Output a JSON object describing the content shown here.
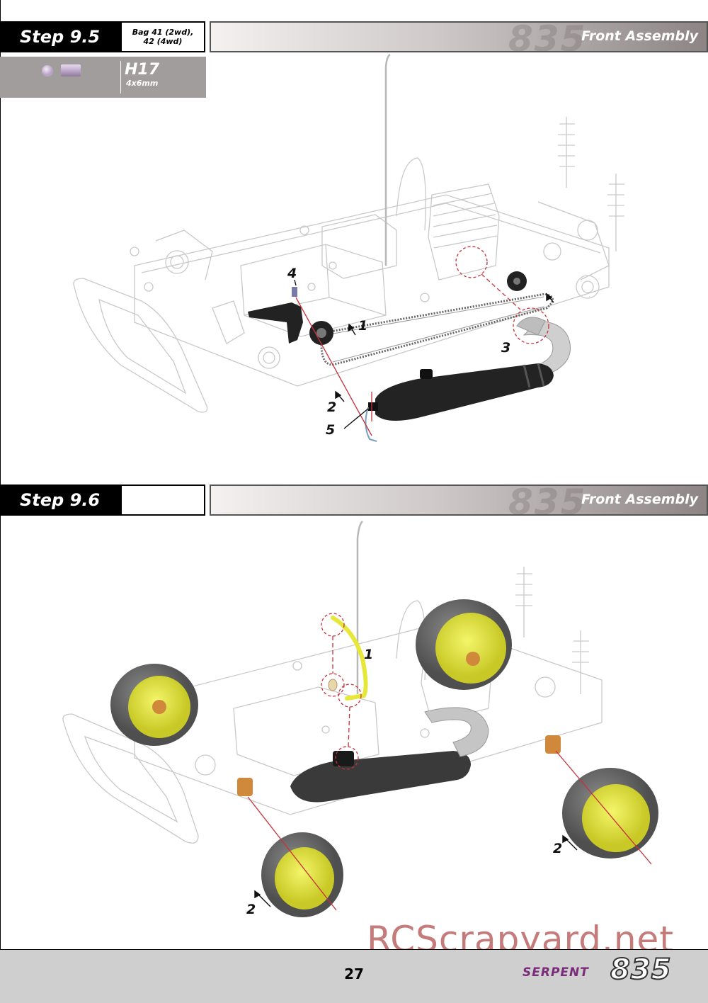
{
  "step1": {
    "label": "Step 9.5",
    "bag_line1": "Bag 41 (2wd),",
    "bag_line2": "42 (4wd)",
    "title": "Front Assembly",
    "watermark_model": "835",
    "parts": [
      {
        "icon": "shim-and-tube-icon",
        "code": "H17",
        "size": "4x6mm"
      }
    ],
    "callouts": [
      "1",
      "2",
      "3",
      "4",
      "5"
    ]
  },
  "step2": {
    "label": "Step 9.6",
    "title": "Front Assembly",
    "watermark_model": "835",
    "callouts": [
      "1",
      "2",
      "2"
    ]
  },
  "footer": {
    "page_number": "27",
    "brand": "SERPENT",
    "model": "835"
  },
  "site_watermark": "RCScrapyard.net",
  "colors": {
    "accent_yellow": "#e6e838",
    "callout_red": "#c9303a",
    "brand_purple": "#7a2c7a"
  }
}
